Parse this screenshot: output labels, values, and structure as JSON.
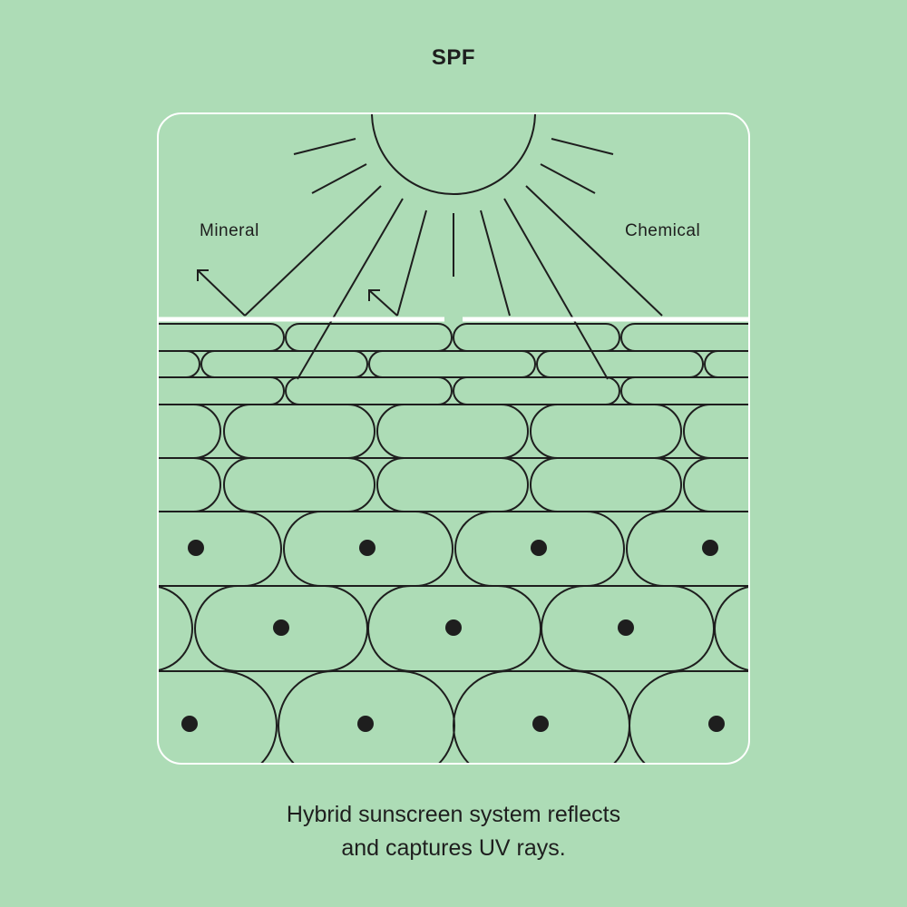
{
  "title": "SPF",
  "labels": {
    "mineral": "Mineral",
    "chemical": "Chemical"
  },
  "caption": {
    "line1": "Hybrid sunscreen system reflects",
    "line2": "and captures UV rays."
  },
  "colors": {
    "background": "#addcb6",
    "stroke": "#1e1e1e",
    "frame": "#ffffff",
    "mineral_layer": "#ffffff"
  },
  "icons": [
    "sun-icon",
    "reflected-ray-arrow-icon",
    "cell-nucleus-dot"
  ]
}
